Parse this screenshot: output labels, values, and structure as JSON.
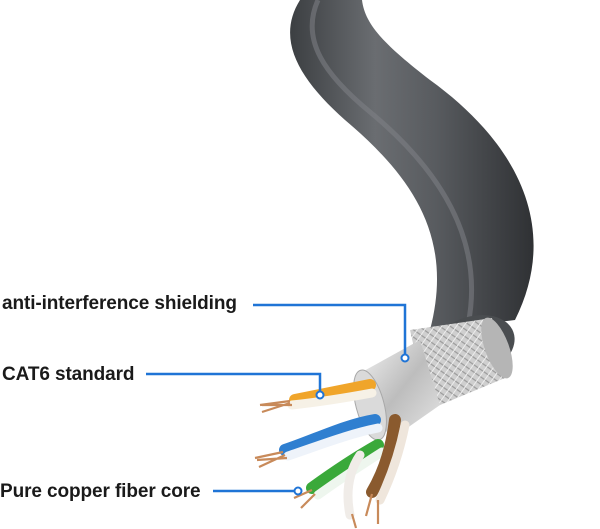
{
  "labels": {
    "shielding": "anti-interference shielding",
    "standard": "CAT6 standard",
    "core": "Pure copper fiber core"
  },
  "colors": {
    "cable_jacket": "#5b5e62",
    "cable_jacket_dark": "#3f4245",
    "shield_braid": "#c9c9c9",
    "foil": "#d8d8d8",
    "leader_line": "#1f74d6",
    "wire_orange": "#f0a52a",
    "wire_blue": "#2f7fd0",
    "wire_green": "#3aa93a",
    "wire_brown": "#8a5a2e",
    "copper": "#c88a5a"
  }
}
